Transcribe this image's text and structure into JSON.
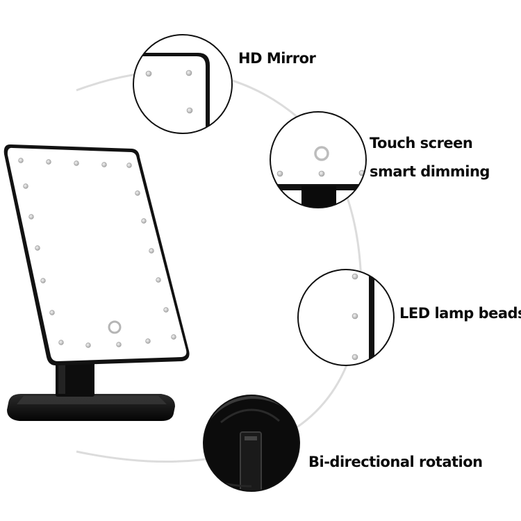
{
  "features": [
    {
      "label": "HD Mirror"
    },
    {
      "label": "Touch screen"
    },
    {
      "label": "smart dimming"
    },
    {
      "label": "LED lamp beads"
    },
    {
      "label": "Bi-directional rotation"
    }
  ],
  "colors": {
    "background": "#ffffff",
    "arc": "#d9d9d9",
    "frame": "#111111",
    "mirror_surface": "#ffffff",
    "led_bead": "#c8c8c8",
    "text": "#0a0a0a"
  },
  "icons": {
    "touch_button": "ring-icon",
    "led": "dot-icon"
  }
}
